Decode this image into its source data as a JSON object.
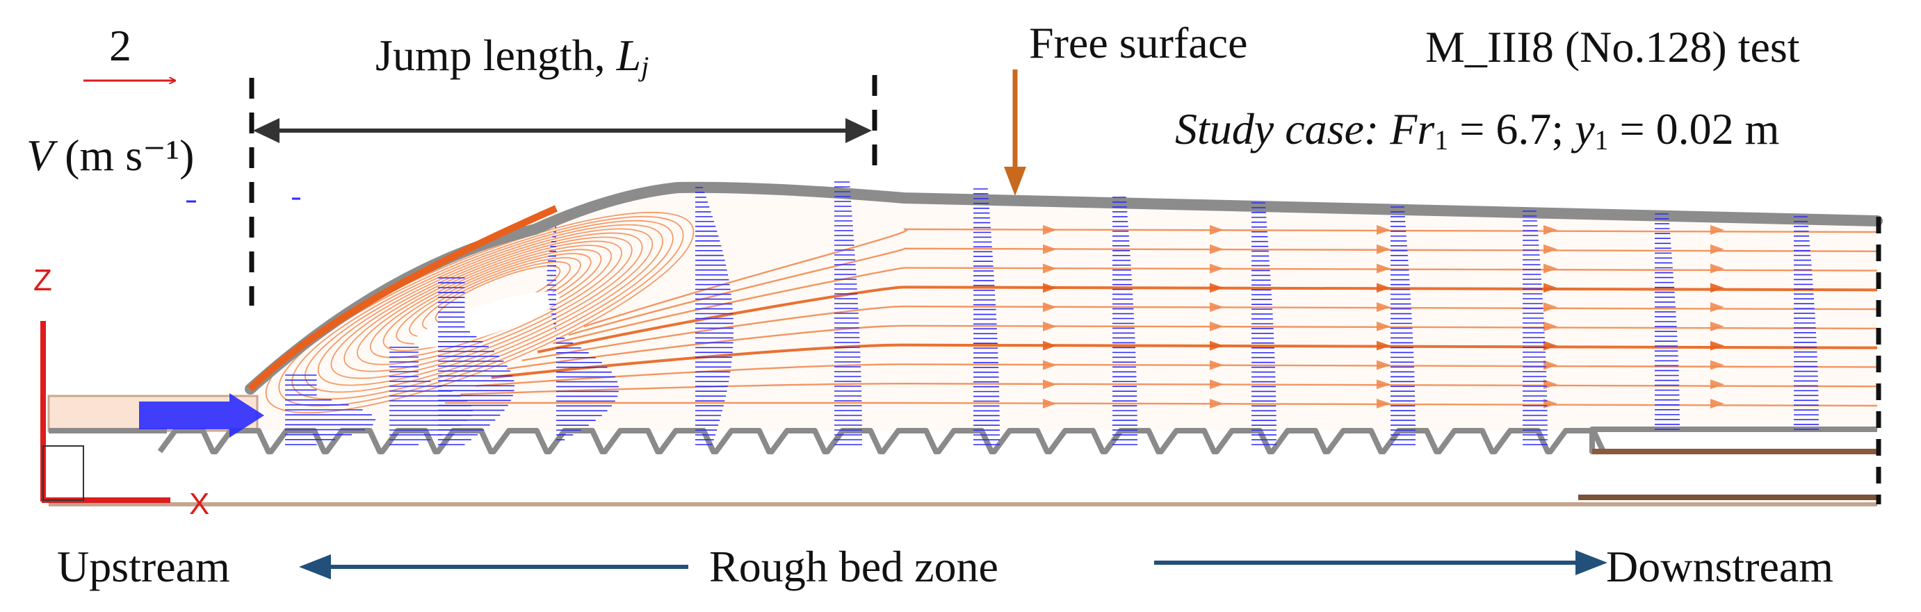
{
  "scale": {
    "value": "2",
    "unit_label": "(m s⁻¹)",
    "var": "V"
  },
  "jump": {
    "label": "Jump length, ",
    "symbol": "L",
    "sub": "j"
  },
  "free_surface": "Free surface",
  "test_id": "M_III8 (No.128) test",
  "study_case": {
    "prefix": "Study case:",
    "fr_sym": "Fr",
    "fr_sub": "1",
    "fr_eq": " = 6.7; ",
    "y_sym": "y",
    "y_sub": "1",
    "y_eq": " = 0.02 m"
  },
  "axes": {
    "z": "Z",
    "x": "X"
  },
  "zones": {
    "upstream": "Upstream",
    "rough": "Rough bed zone",
    "downstream": "Downstream"
  },
  "colors": {
    "vector": "#2b2bff",
    "streamline": "#f28a50",
    "streamline_dark": "#e8601c",
    "surface": "#8c8c8c",
    "bed": "#8a8a8a",
    "axis": "#dd1c1c",
    "free_surface_arrow": "#c8691e",
    "zone_arrow": "#23507a",
    "dimension": "#333333",
    "scale_arrow": "#dd1c1c"
  }
}
